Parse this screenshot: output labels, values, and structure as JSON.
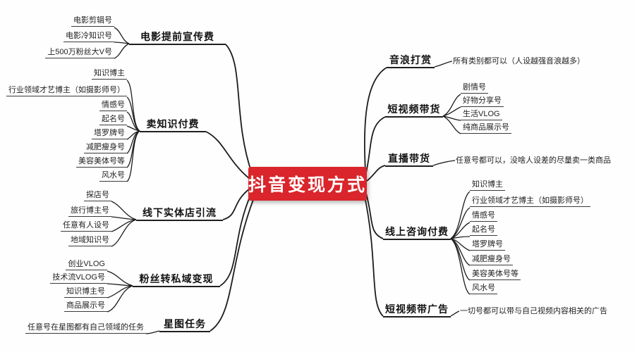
{
  "center": {
    "label": "抖音变现方式"
  },
  "colors": {
    "accent": "#d9252b",
    "line": "#1c1c1c",
    "background": "#fefefe"
  },
  "left": [
    {
      "label": "电影提前宣传费",
      "children": [
        "电影剪辑号",
        "电影冷知识号",
        "上500万粉丝大V号"
      ]
    },
    {
      "label": "卖知识付费",
      "children": [
        "知识博主",
        "行业领域才艺博主（如摄影师号）",
        "情感号",
        "起名号",
        "塔罗牌号",
        "减肥瘦身号",
        "美容美体号等",
        "风水号"
      ]
    },
    {
      "label": "线下实体店引流",
      "children": [
        "探店号",
        "旅行博主号",
        "任意有人设号",
        "地域知识号"
      ]
    },
    {
      "label": "粉丝转私域变现",
      "children": [
        "创业VLOG",
        "技术流VLOG号",
        "知识博主号",
        "商品展示号"
      ]
    },
    {
      "label": "星图任务",
      "children": [
        "任意号在星图都有自己领域的任务"
      ]
    }
  ],
  "right": [
    {
      "label": "音浪打赏",
      "note": "所有类别都可以（人设越强音浪越多）"
    },
    {
      "label": "短视频带货",
      "children": [
        "剧情号",
        "好物分享号",
        "生活VLOG",
        "纯商品展示号"
      ]
    },
    {
      "label": "直播带货",
      "note": "任意号都可以，没啥人设差的尽量卖一类商品"
    },
    {
      "label": "线上咨询付费",
      "children": [
        "知识博主",
        "行业领域才艺博主（如摄影师号）",
        "情感号",
        "起名号",
        "塔罗牌号",
        "减肥瘦身号",
        "美容美体号等",
        "风水号"
      ]
    },
    {
      "label": "短视频带广告",
      "note": "一切号都可以带与自己视频内容相关的广告"
    }
  ]
}
